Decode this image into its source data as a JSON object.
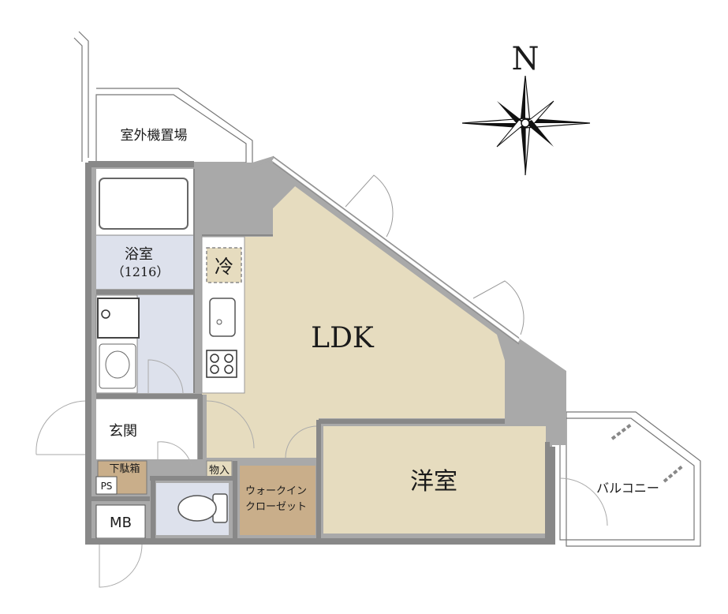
{
  "compass": {
    "north_label": "N"
  },
  "rooms": {
    "outdoor_unit": "室外機置場",
    "bath": "浴室",
    "bath_size": "（1216）",
    "fridge": "冷",
    "ldk": "LDK",
    "western_room": "洋室",
    "entrance": "玄関",
    "shoe_box": "下駄箱",
    "ps": "PS",
    "mb": "MB",
    "storage": "物入",
    "wic_line1": "ウォークイン",
    "wic_line2": "クローゼット",
    "balcony": "バルコニー"
  },
  "colors": {
    "ldk_floor": "#e6dcbf",
    "western_floor": "#e6dcbf",
    "wet_area": "#dde1ec",
    "wic_floor": "#c9ae8a",
    "column_gray": "#a9a9a9",
    "wall": "#9a9a9a"
  }
}
